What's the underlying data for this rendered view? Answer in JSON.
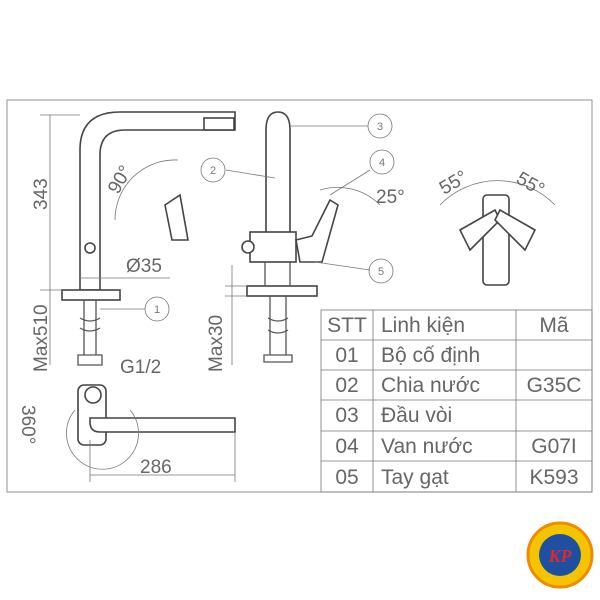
{
  "dimensions": {
    "height": "343",
    "max_below": "Max510",
    "angle_lever": "90°",
    "diameter": "Ø35",
    "thread": "G1/2",
    "max_thickness": "Max30",
    "rotation": "360°",
    "reach": "286",
    "lever_angle": "25°",
    "swing_left": "55°",
    "swing_right": "55°"
  },
  "callouts": [
    "1",
    "2",
    "3",
    "4",
    "5"
  ],
  "parts_table": {
    "headers": [
      "STT",
      "Linh kiện",
      "Mã"
    ],
    "rows": [
      [
        "01",
        "Bộ cố định",
        ""
      ],
      [
        "02",
        "Chia nước",
        "G35C"
      ],
      [
        "03",
        "Đầu vòi",
        ""
      ],
      [
        "04",
        "Van nước",
        "G07I"
      ],
      [
        "05",
        "Tay gạt",
        "K593"
      ]
    ]
  },
  "logo": {
    "text": "KP",
    "colors": {
      "ring": "#f5c400",
      "center": "#1f4fa0",
      "letters": "#e0282e"
    }
  }
}
